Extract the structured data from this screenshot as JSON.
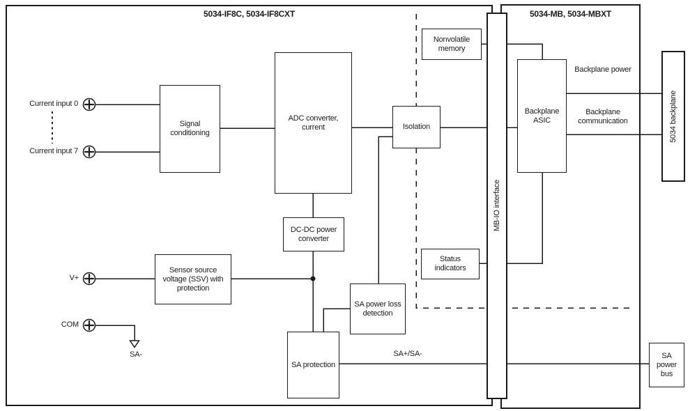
{
  "diagram": {
    "titles": {
      "left": "5034-IF8C, 5034-IF8CXT",
      "right": "5034-MB, 5034-MBXT"
    },
    "nodes": {
      "signal_conditioning": "Signal conditioning",
      "adc_converter": "ADC converter, current",
      "isolation": "Isolation",
      "nonvolatile_memory": "Nonvolatile memory",
      "dc_dc_power_converter": "DC-DC power converter",
      "sensor_source_voltage": "Sensor source voltage (SSV) with protection",
      "sa_power_loss_detection": "SA power loss detection",
      "sa_protection": "SA protection",
      "status_indicators": "Status indicators",
      "backplane_asic": "Backplane ASIC",
      "mb_io_interface": "MB-IO interface",
      "backplane_5034": "5034 backplane",
      "sa_power_bus": "SA power bus"
    },
    "port_labels": {
      "current_input_0": "Current input 0",
      "current_input_7": "Current input 7",
      "v_plus": "V+",
      "com": "COM",
      "sa_minus": "SA-"
    },
    "wire_labels": {
      "sa_bus": "SA+/SA-",
      "backplane_power": "Backplane power",
      "backplane_communication": "Backplane communication"
    },
    "colors": {
      "line": "#1a1a1a",
      "background": "#ffffff"
    }
  }
}
